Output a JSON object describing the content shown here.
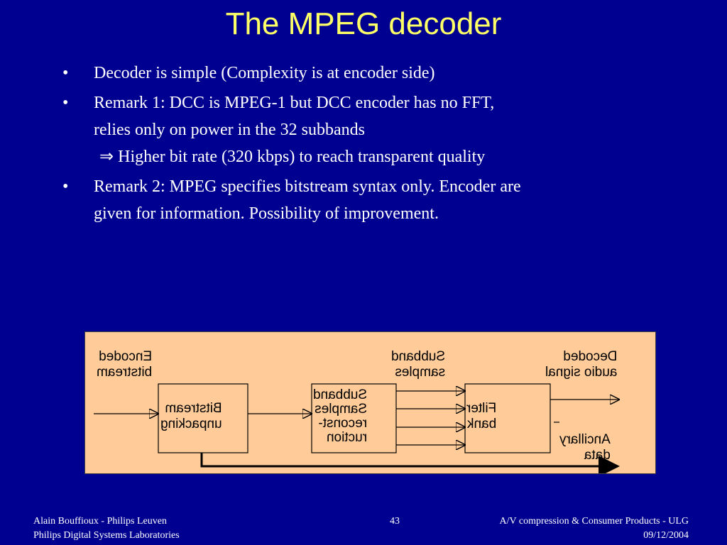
{
  "slide": {
    "title": "The MPEG decoder",
    "bullets": [
      {
        "text": "Decoder is simple (Complexity is at encoder side)"
      },
      {
        "text": "Remark 1: DCC is MPEG-1 but DCC encoder has no FFT,",
        "line2": "relies only on power in the 32 subbands",
        "implies": "Higher bit rate (320 kbps) to reach transparent quality"
      },
      {
        "text": "Remark 2: MPEG specifies bitstream syntax only.  Encoder are",
        "line2": "given for information.  Possibility of improvement."
      }
    ],
    "bullet_char": "•",
    "implies_char": "⇒"
  },
  "diagram": {
    "note": "labels rendered mirrored as in the original",
    "labels": {
      "encoded_bitstream": "Encoded\nbitstream",
      "bitstream_unpacking": "Bitstream\nunpacking",
      "subband_samples_reconstruction": "Subband\nSamples\nreconst-\nruction",
      "subband_samples": "Subband\nsamples",
      "filter_bank": "Filter\nbank",
      "decoded_audio_signal": "Decoded\naudio signal",
      "ancillary_data": "Ancillary\ndata"
    }
  },
  "footer": {
    "left_line1": "Alain Bouffioux - Philips Leuven",
    "left_line2": "Philips Digital Systems Laboratories",
    "page_number": "43",
    "right_line1": "A/V compression & Consumer Products - ULG",
    "right_line2": "09/12/2004"
  },
  "colors": {
    "background": "#000090",
    "title": "#ffff66",
    "diagram_bg": "#ffcc99"
  }
}
